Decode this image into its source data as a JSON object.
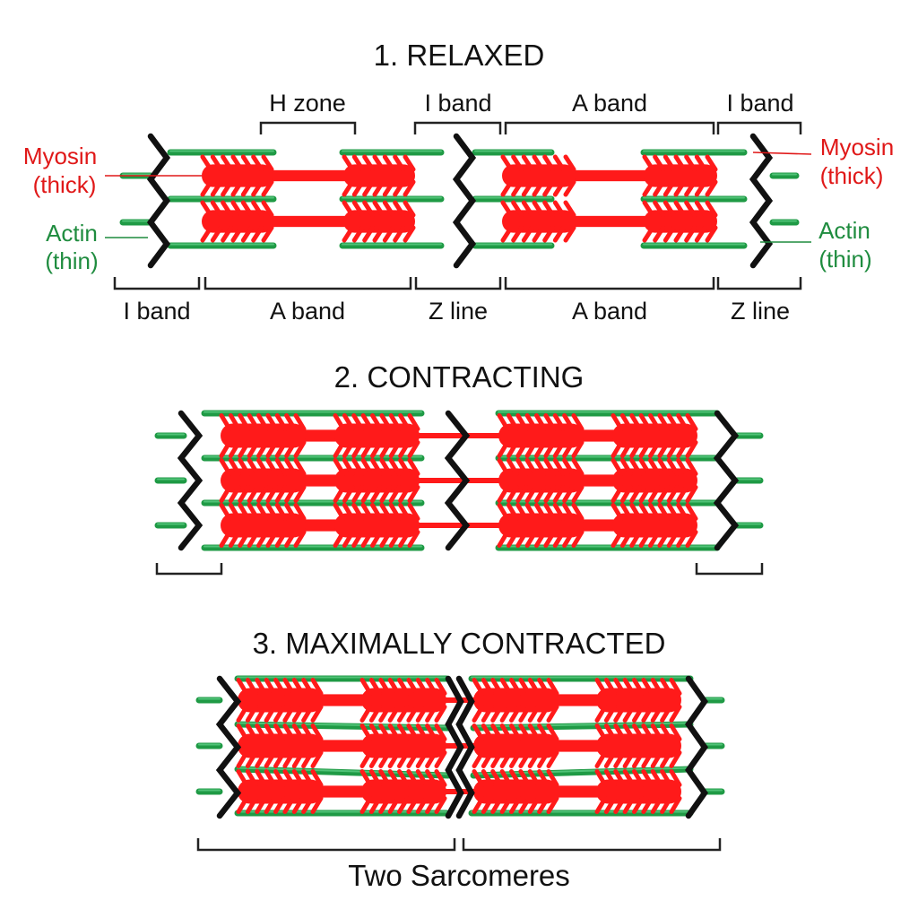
{
  "colors": {
    "myosin": "#ff1a1a",
    "actin": "#1f9a45",
    "actin_highlight": "#4fc276",
    "z_line": "#111111",
    "text": "#111111"
  },
  "panels": [
    {
      "title": "1. RELAXED",
      "top_labels": [
        "H zone",
        "I band",
        "A band",
        "I band"
      ],
      "bottom_labels": [
        "I band",
        "A band",
        "Z line",
        "A band",
        "Z line"
      ],
      "left_labels": {
        "myosin": "Myosin",
        "myosin_sub": "(thick)",
        "actin": "Actin",
        "actin_sub": "(thin)"
      },
      "right_labels": {
        "myosin": "Myosin",
        "myosin_sub": "(thick)",
        "actin": "Actin",
        "actin_sub": "(thin)"
      }
    },
    {
      "title": "2. CONTRACTING"
    },
    {
      "title": "3. MAXIMALLY CONTRACTED"
    }
  ],
  "footer": {
    "label": "Two Sarcomeres"
  },
  "icons": [
    "z-line-zigzag",
    "myosin-filament",
    "actin-filament"
  ]
}
